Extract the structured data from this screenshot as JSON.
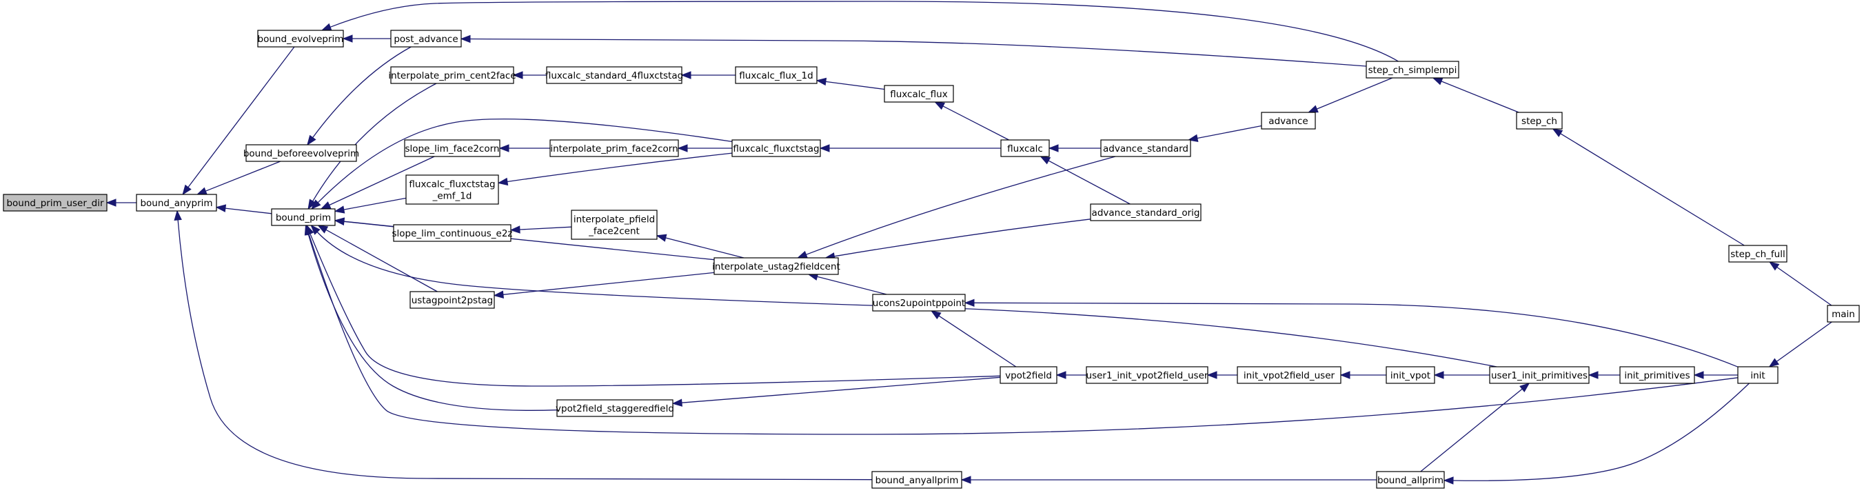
{
  "diagram": {
    "type": "call-graph",
    "edge_color": "#191970",
    "root_fill": "#bfbfbf",
    "nodes": [
      {
        "id": "bound_prim_user_dir",
        "lines": [
          "bound_prim_user_dir"
        ],
        "root": true
      },
      {
        "id": "bound_anyprim",
        "lines": [
          "bound_anyprim"
        ]
      },
      {
        "id": "bound_evolveprim",
        "lines": [
          "bound_evolveprim"
        ]
      },
      {
        "id": "bound_beforeevolveprim",
        "lines": [
          "bound_beforeevolveprim"
        ]
      },
      {
        "id": "bound_prim",
        "lines": [
          "bound_prim"
        ]
      },
      {
        "id": "post_advance",
        "lines": [
          "post_advance"
        ]
      },
      {
        "id": "interpolate_prim_cent2face",
        "lines": [
          "interpolate_prim_cent2face"
        ]
      },
      {
        "id": "slope_lim_face2corn",
        "lines": [
          "slope_lim_face2corn"
        ]
      },
      {
        "id": "fluxcalc_fluxctstag_emf_1d",
        "lines": [
          "fluxcalc_fluxctstag",
          "_emf_1d"
        ]
      },
      {
        "id": "slope_lim_continuous_e2z",
        "lines": [
          "slope_lim_continuous_e2z"
        ]
      },
      {
        "id": "ustagpoint2pstag",
        "lines": [
          "ustagpoint2pstag"
        ]
      },
      {
        "id": "vpot2field_staggeredfield",
        "lines": [
          "vpot2field_staggeredfield"
        ]
      },
      {
        "id": "bound_anyallprim",
        "lines": [
          "bound_anyallprim"
        ]
      },
      {
        "id": "fluxcalc_standard_4fluxctstag",
        "lines": [
          "fluxcalc_standard_4fluxctstag"
        ]
      },
      {
        "id": "interpolate_prim_face2corn",
        "lines": [
          "interpolate_prim_face2corn"
        ]
      },
      {
        "id": "interpolate_pfield_face2cent",
        "lines": [
          "interpolate_pfield",
          "_face2cent"
        ]
      },
      {
        "id": "interpolate_ustag2fieldcent",
        "lines": [
          "interpolate_ustag2fieldcent"
        ]
      },
      {
        "id": "fluxcalc_flux_1d",
        "lines": [
          "fluxcalc_flux_1d"
        ]
      },
      {
        "id": "fluxcalc_fluxctstag",
        "lines": [
          "fluxcalc_fluxctstag"
        ]
      },
      {
        "id": "ucons2upointppoint",
        "lines": [
          "ucons2upointppoint"
        ]
      },
      {
        "id": "fluxcalc_flux",
        "lines": [
          "fluxcalc_flux"
        ]
      },
      {
        "id": "fluxcalc",
        "lines": [
          "fluxcalc"
        ]
      },
      {
        "id": "vpot2field",
        "lines": [
          "vpot2field"
        ]
      },
      {
        "id": "user1_init_vpot2field_user",
        "lines": [
          "user1_init_vpot2field_user"
        ]
      },
      {
        "id": "advance_standard",
        "lines": [
          "advance_standard"
        ]
      },
      {
        "id": "advance_standard_orig",
        "lines": [
          "advance_standard_orig"
        ]
      },
      {
        "id": "init_vpot2field_user",
        "lines": [
          "init_vpot2field_user"
        ]
      },
      {
        "id": "advance",
        "lines": [
          "advance"
        ]
      },
      {
        "id": "init_vpot",
        "lines": [
          "init_vpot"
        ]
      },
      {
        "id": "bound_allprim",
        "lines": [
          "bound_allprim"
        ]
      },
      {
        "id": "step_ch_simplempi",
        "lines": [
          "step_ch_simplempi"
        ]
      },
      {
        "id": "user1_init_primitives",
        "lines": [
          "user1_init_primitives"
        ]
      },
      {
        "id": "step_ch",
        "lines": [
          "step_ch"
        ]
      },
      {
        "id": "init_primitives",
        "lines": [
          "init_primitives"
        ]
      },
      {
        "id": "step_ch_full",
        "lines": [
          "step_ch_full"
        ]
      },
      {
        "id": "init",
        "lines": [
          "init"
        ]
      },
      {
        "id": "main",
        "lines": [
          "main"
        ]
      }
    ],
    "edges": [
      {
        "from": "bound_anyprim",
        "to": "bound_prim_user_dir"
      },
      {
        "from": "bound_evolveprim",
        "to": "bound_anyprim"
      },
      {
        "from": "bound_beforeevolveprim",
        "to": "bound_anyprim"
      },
      {
        "from": "bound_prim",
        "to": "bound_anyprim"
      },
      {
        "from": "bound_anyallprim",
        "to": "bound_anyprim"
      },
      {
        "from": "post_advance",
        "to": "bound_evolveprim"
      },
      {
        "from": "step_ch_simplempi",
        "to": "bound_evolveprim"
      },
      {
        "from": "post_advance",
        "to": "bound_beforeevolveprim"
      },
      {
        "from": "interpolate_prim_cent2face",
        "to": "bound_prim"
      },
      {
        "from": "fluxcalc_fluxctstag",
        "to": "bound_prim"
      },
      {
        "from": "slope_lim_face2corn",
        "to": "bound_prim"
      },
      {
        "from": "fluxcalc_fluxctstag_emf_1d",
        "to": "bound_prim"
      },
      {
        "from": "slope_lim_continuous_e2z",
        "to": "bound_prim"
      },
      {
        "from": "interpolate_ustag2fieldcent",
        "to": "bound_prim"
      },
      {
        "from": "ustagpoint2pstag",
        "to": "bound_prim"
      },
      {
        "from": "user1_init_primitives",
        "to": "bound_prim"
      },
      {
        "from": "vpot2field",
        "to": "bound_prim"
      },
      {
        "from": "vpot2field_staggeredfield",
        "to": "bound_prim"
      },
      {
        "from": "init",
        "to": "bound_prim"
      },
      {
        "from": "step_ch_simplempi",
        "to": "post_advance"
      },
      {
        "from": "fluxcalc_standard_4fluxctstag",
        "to": "interpolate_prim_cent2face"
      },
      {
        "from": "fluxcalc_flux_1d",
        "to": "fluxcalc_standard_4fluxctstag"
      },
      {
        "from": "fluxcalc_flux",
        "to": "fluxcalc_flux_1d"
      },
      {
        "from": "fluxcalc",
        "to": "fluxcalc_flux"
      },
      {
        "from": "interpolate_prim_face2corn",
        "to": "slope_lim_face2corn"
      },
      {
        "from": "fluxcalc_fluxctstag",
        "to": "interpolate_prim_face2corn"
      },
      {
        "from": "fluxcalc",
        "to": "fluxcalc_fluxctstag"
      },
      {
        "from": "fluxcalc_fluxctstag",
        "to": "fluxcalc_fluxctstag_emf_1d"
      },
      {
        "from": "interpolate_pfield_face2cent",
        "to": "slope_lim_continuous_e2z"
      },
      {
        "from": "interpolate_ustag2fieldcent",
        "to": "interpolate_pfield_face2cent"
      },
      {
        "from": "interpolate_ustag2fieldcent",
        "to": "ustagpoint2pstag"
      },
      {
        "from": "advance_standard",
        "to": "interpolate_ustag2fieldcent"
      },
      {
        "from": "advance_standard_orig",
        "to": "interpolate_ustag2fieldcent"
      },
      {
        "from": "ucons2upointppoint",
        "to": "interpolate_ustag2fieldcent"
      },
      {
        "from": "vpot2field",
        "to": "ucons2upointppoint"
      },
      {
        "from": "init",
        "to": "ucons2upointppoint"
      },
      {
        "from": "vpot2field",
        "to": "vpot2field_staggeredfield"
      },
      {
        "from": "user1_init_vpot2field_user",
        "to": "vpot2field"
      },
      {
        "from": "init_vpot2field_user",
        "to": "user1_init_vpot2field_user"
      },
      {
        "from": "init_vpot",
        "to": "init_vpot2field_user"
      },
      {
        "from": "user1_init_primitives",
        "to": "init_vpot"
      },
      {
        "from": "advance_standard",
        "to": "fluxcalc"
      },
      {
        "from": "advance_standard_orig",
        "to": "fluxcalc"
      },
      {
        "from": "advance",
        "to": "advance_standard"
      },
      {
        "from": "step_ch_simplempi",
        "to": "advance"
      },
      {
        "from": "step_ch",
        "to": "step_ch_simplempi"
      },
      {
        "from": "step_ch_full",
        "to": "step_ch"
      },
      {
        "from": "main",
        "to": "step_ch_full"
      },
      {
        "from": "init_primitives",
        "to": "user1_init_primitives"
      },
      {
        "from": "bound_allprim",
        "to": "user1_init_primitives"
      },
      {
        "from": "init",
        "to": "init_primitives"
      },
      {
        "from": "main",
        "to": "init"
      },
      {
        "from": "bound_allprim",
        "to": "bound_anyallprim"
      },
      {
        "from": "init",
        "to": "bound_allprim"
      }
    ]
  }
}
